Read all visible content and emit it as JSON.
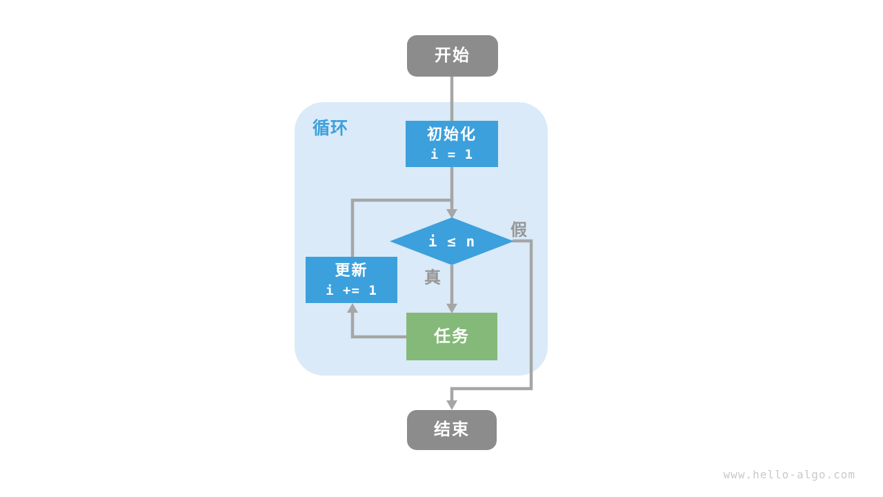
{
  "diagram": {
    "loop_label": "循环",
    "nodes": {
      "start": {
        "label": "开始"
      },
      "init": {
        "label": "初始化",
        "code": "i = 1"
      },
      "condition": {
        "code": "i ≤ n"
      },
      "update": {
        "label": "更新",
        "code": "i += 1"
      },
      "task": {
        "label": "任务"
      },
      "end": {
        "label": "结束"
      }
    },
    "edges": {
      "true_label": "真",
      "false_label": "假"
    },
    "colors": {
      "node_blue": "#3CA0DC",
      "node_green": "#85B979",
      "node_gray": "#8C8C8C",
      "loop_bg": "#DAEAF8",
      "line_gray": "#A6A6A6",
      "label_gray": "#969696",
      "watermark_gray": "#C9C9C9"
    },
    "watermark": "www.hello-algo.com"
  }
}
